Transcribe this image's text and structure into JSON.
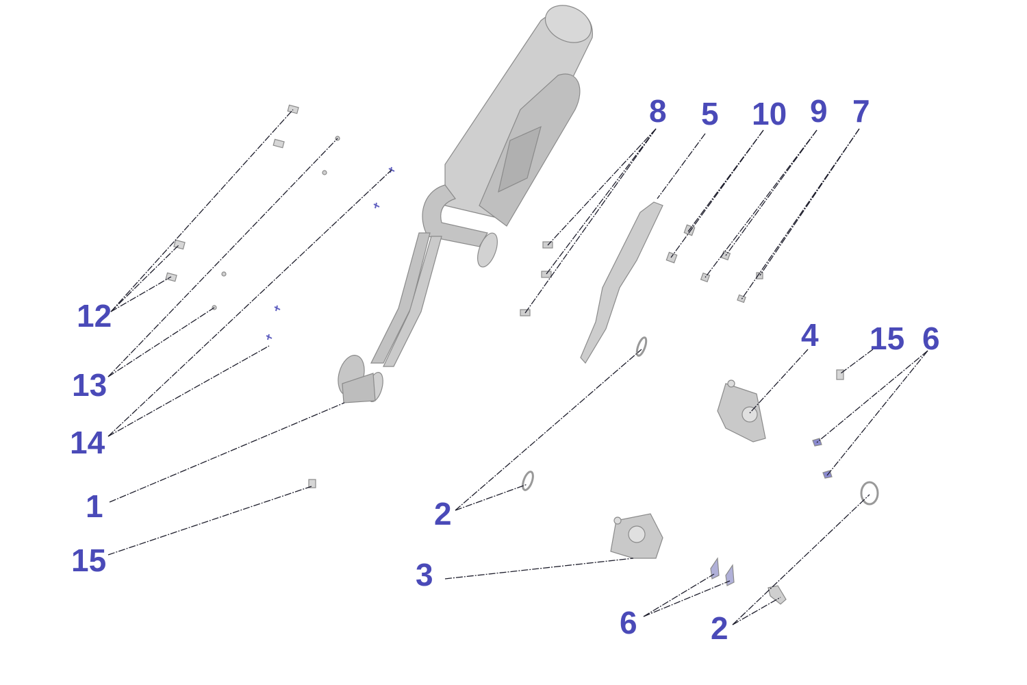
{
  "colors": {
    "callout": "#4a4ab8",
    "leader": "#1c1c2a",
    "part_fill": "#c8c8c8",
    "part_stroke": "#8a8a8a"
  },
  "callouts": [
    {
      "id": "c8",
      "text": "8"
    },
    {
      "id": "c5",
      "text": "5"
    },
    {
      "id": "c10",
      "text": "10"
    },
    {
      "id": "c9",
      "text": "9"
    },
    {
      "id": "c7",
      "text": "7"
    },
    {
      "id": "c12",
      "text": "12"
    },
    {
      "id": "c13",
      "text": "13"
    },
    {
      "id": "c14",
      "text": "14"
    },
    {
      "id": "c1",
      "text": "1"
    },
    {
      "id": "c15a",
      "text": "15"
    },
    {
      "id": "c4",
      "text": "4"
    },
    {
      "id": "c15b",
      "text": "15"
    },
    {
      "id": "c6a",
      "text": "6"
    },
    {
      "id": "c2a",
      "text": "2"
    },
    {
      "id": "c3",
      "text": "3"
    },
    {
      "id": "c6b",
      "text": "6"
    },
    {
      "id": "c2b",
      "text": "2"
    }
  ]
}
